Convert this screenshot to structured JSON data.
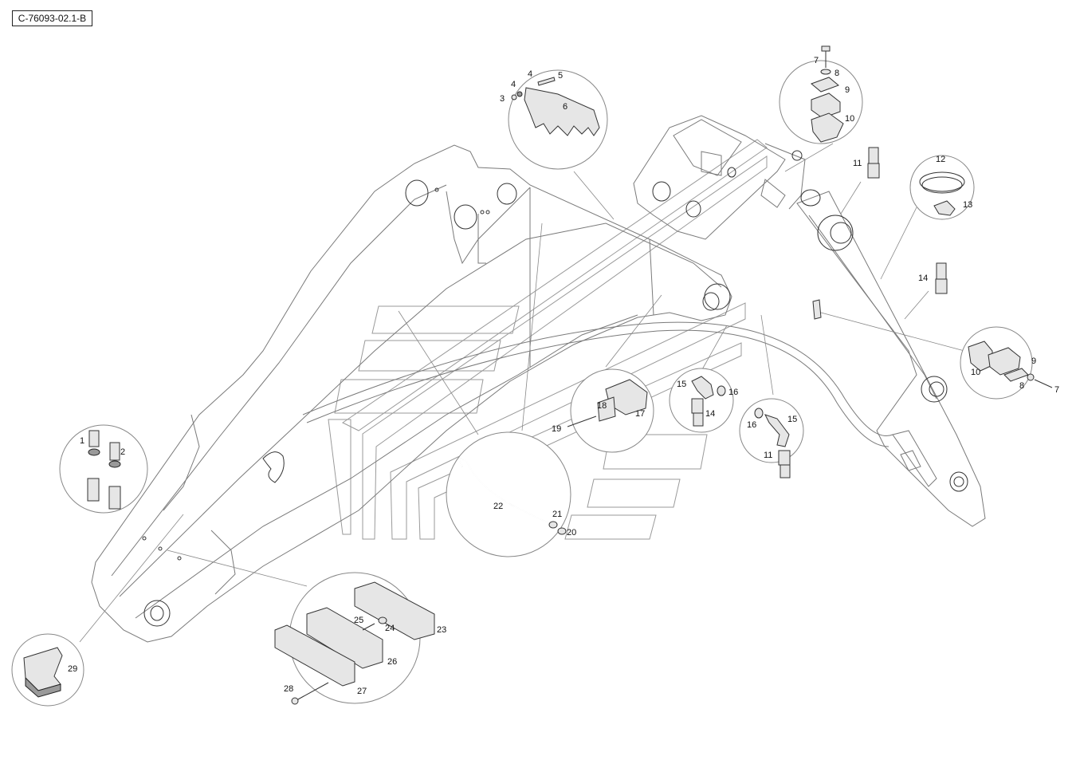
{
  "drawing_ref": "C-76093-02.1-B",
  "callouts": [
    "1",
    "2",
    "3",
    "4",
    "4",
    "5",
    "6",
    "7",
    "8",
    "9",
    "10",
    "11",
    "12",
    "13",
    "14",
    "7",
    "8",
    "9",
    "10",
    "15",
    "16",
    "14",
    "15",
    "16",
    "11",
    "17",
    "18",
    "19",
    "20",
    "21",
    "22",
    "23",
    "24",
    "25",
    "26",
    "27",
    "28",
    "29"
  ]
}
